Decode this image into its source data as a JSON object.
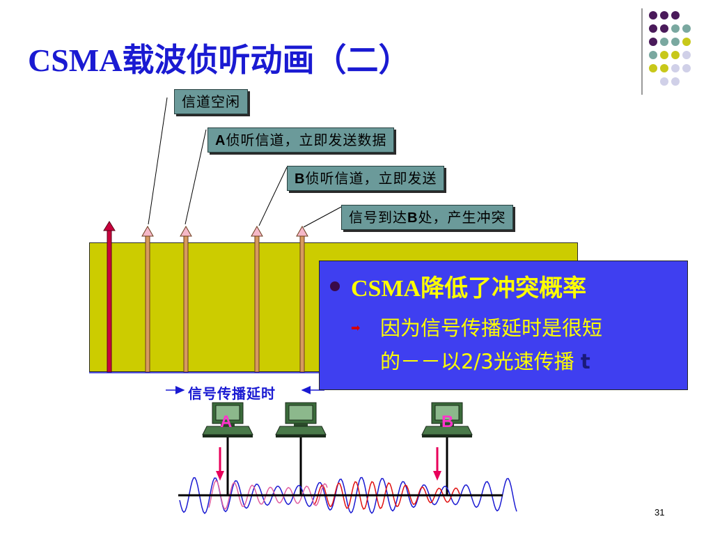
{
  "slide": {
    "title": "CSMA载波侦听动画（二）",
    "page_number": "31"
  },
  "callouts": {
    "idle": "信道空闲",
    "a_prefix": "A",
    "a_rest": "侦听信道，立即发送数据",
    "b_prefix": "B",
    "b_rest": "侦听信道，立即发送",
    "arrive_pre": "信号到达",
    "arrive_b": "B",
    "arrive_post": "处，产生冲突"
  },
  "infobox": {
    "heading": "CSMA降低了冲突概率",
    "sub_line1": "因为信号传播延时是很短",
    "sub_line2": "的－－以2/3光速传播",
    "time_symbol": "t"
  },
  "diagram": {
    "propagation_label": "信号传播延时",
    "node_a": "A",
    "node_b": "B",
    "colors": {
      "time_band": "#cccc00",
      "info_box": "#3f3ff0",
      "info_text": "#ffff00",
      "callout_box": "#6b9a9a",
      "title": "#1a1ad2",
      "send_arrow": "#e8005a",
      "wave_blue": "#1a1ad2",
      "wave_red": "#e01010",
      "wave_pink": "#e060a0"
    }
  }
}
